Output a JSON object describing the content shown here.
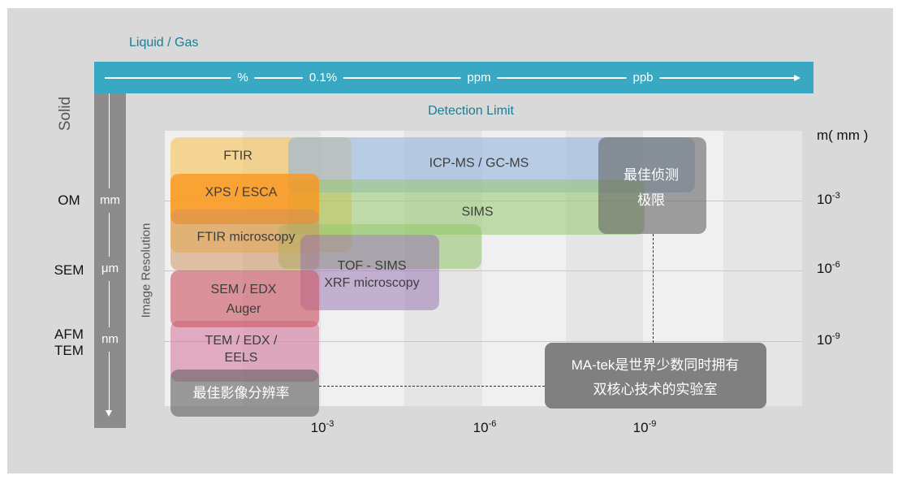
{
  "header": {
    "liquid_gas_label": "Liquid / Gas",
    "detection_limit_label": "Detection Limit"
  },
  "concentration_scale": {
    "labels": [
      "%",
      "0.1%",
      "ppm",
      "ppb"
    ],
    "arrow_icon": "arrow-right-icon"
  },
  "solid_axis": {
    "solid_label": "Solid",
    "image_resolution_label": "Image Resolution",
    "units": [
      "mm",
      "μm",
      "nm"
    ],
    "techniques": [
      "OM",
      "SEM",
      "AFM",
      "TEM"
    ],
    "arrow_icon": "arrow-down-icon"
  },
  "right_axis": {
    "unit_label": "m( mm )",
    "ticks": [
      {
        "base": "10",
        "exp": "-3"
      },
      {
        "base": "10",
        "exp": "-6"
      },
      {
        "base": "10",
        "exp": "-9"
      }
    ]
  },
  "bottom_axis": {
    "ticks": [
      {
        "base": "10",
        "exp": "-3"
      },
      {
        "base": "10",
        "exp": "-6"
      },
      {
        "base": "10",
        "exp": "-9"
      }
    ]
  },
  "techniques": [
    {
      "id": "ftir",
      "lines": [
        "FTIR"
      ]
    },
    {
      "id": "xps",
      "lines": [
        "XPS / ESCA"
      ]
    },
    {
      "id": "ftir-microscopy",
      "lines": [
        "FTIR microscopy"
      ]
    },
    {
      "id": "icp-ms",
      "lines": [
        "ICP-MS / GC-MS"
      ]
    },
    {
      "id": "sims",
      "lines": [
        "SIMS"
      ]
    },
    {
      "id": "tof-sims",
      "lines": [
        "TOF - SIMS",
        "XRF microscopy"
      ]
    },
    {
      "id": "sem",
      "lines": [
        "SEM / EDX",
        "Auger"
      ]
    },
    {
      "id": "tem",
      "lines": [
        "TEM / EDX /",
        "EELS"
      ]
    }
  ],
  "highlights": {
    "best_detection_limit": [
      "最佳侦测",
      "极限"
    ],
    "best_image_resolution": "最佳影像分辨率",
    "callout": [
      "MA-tek是世界少数同时拥有",
      "双核心技术的实验室"
    ]
  },
  "colors": {
    "panel": "#d9d9d9",
    "accent": "#39a9c3",
    "teal_text": "#1b7d96",
    "axis_bar": "#8c8c8c",
    "callout": "#808080"
  }
}
